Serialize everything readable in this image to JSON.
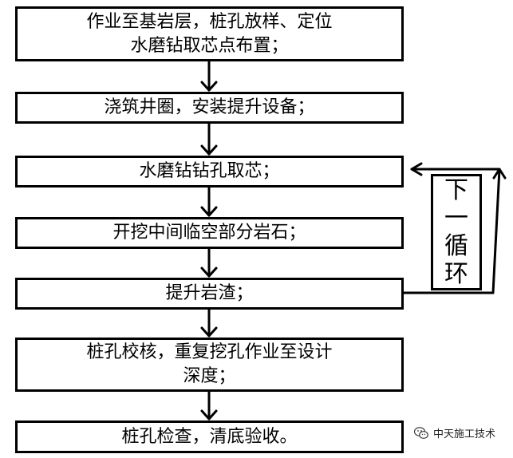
{
  "steps": [
    {
      "lines": [
        "作业至基岩层，桩孔放样、定位",
        "水磨钻取芯点布置；"
      ]
    },
    {
      "lines": [
        "浇筑井圈，安装提升设备；"
      ]
    },
    {
      "lines": [
        "水磨钻钻孔取芯；"
      ]
    },
    {
      "lines": [
        "开挖中间临空部分岩石；"
      ]
    },
    {
      "lines": [
        "提升岩渣；"
      ]
    },
    {
      "lines": [
        "桩孔校核，重复挖孔作业至设计",
        "深度；"
      ]
    },
    {
      "lines": [
        "桩孔检查，清底验收。"
      ]
    }
  ],
  "cycle": {
    "chars": [
      "下",
      "一",
      "循",
      "环"
    ]
  },
  "watermark": {
    "text": "中天施工技术",
    "icon": "wechat-icon"
  }
}
